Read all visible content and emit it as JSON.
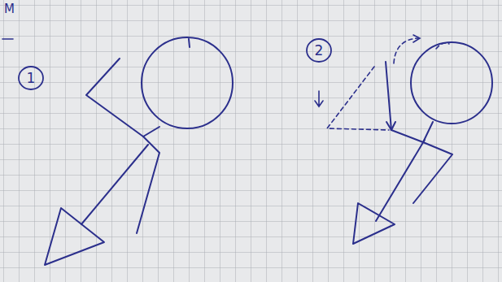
{
  "diagram": {
    "nodes": [
      {
        "text": [
          "1"
        ]
      },
      {
        "text": [
          "2"
        ]
      }
    ],
    "labels": [
      "M"
    ]
  }
}
